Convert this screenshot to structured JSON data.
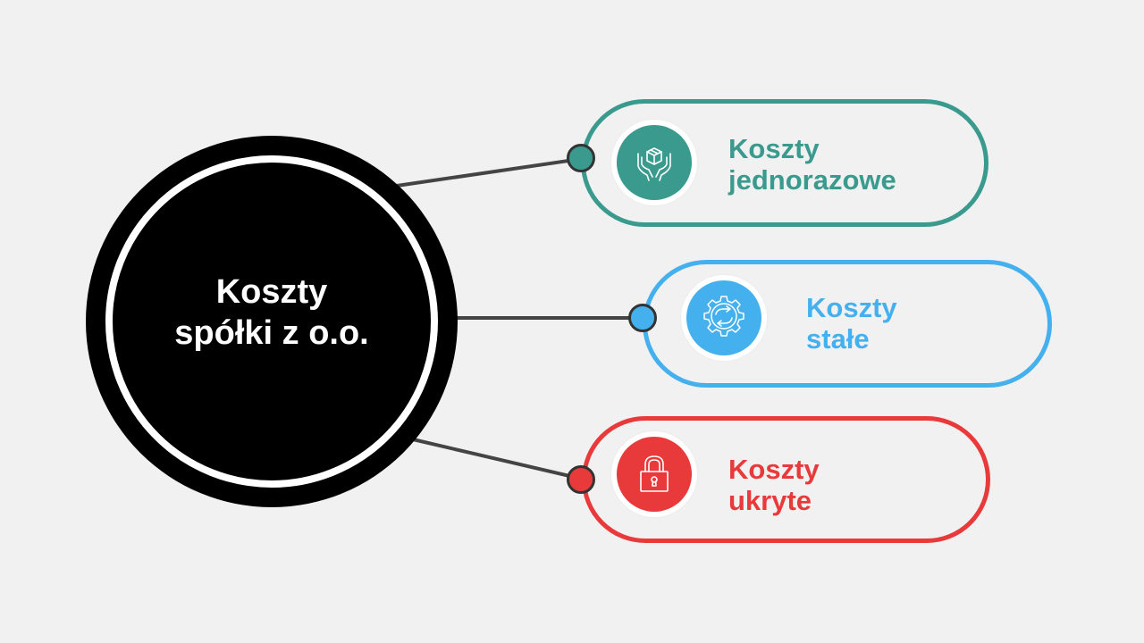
{
  "center": {
    "line1": "Koszty",
    "line2": "spółki z o.o.",
    "background": "#000000",
    "ring_color": "#ffffff"
  },
  "branches": [
    {
      "line1": "Koszty",
      "line2": "jednorazowe",
      "color": "#3a9a8e",
      "icon": "hands-holding-box-icon"
    },
    {
      "line1": "Koszty",
      "line2": "stałe",
      "color": "#45b0ee",
      "icon": "gear-refresh-icon"
    },
    {
      "line1": "Koszty",
      "line2": "ukryte",
      "color": "#e83a3a",
      "icon": "padlock-icon"
    }
  ],
  "connector_line_color": "#444444",
  "background": "#f1f1f1"
}
